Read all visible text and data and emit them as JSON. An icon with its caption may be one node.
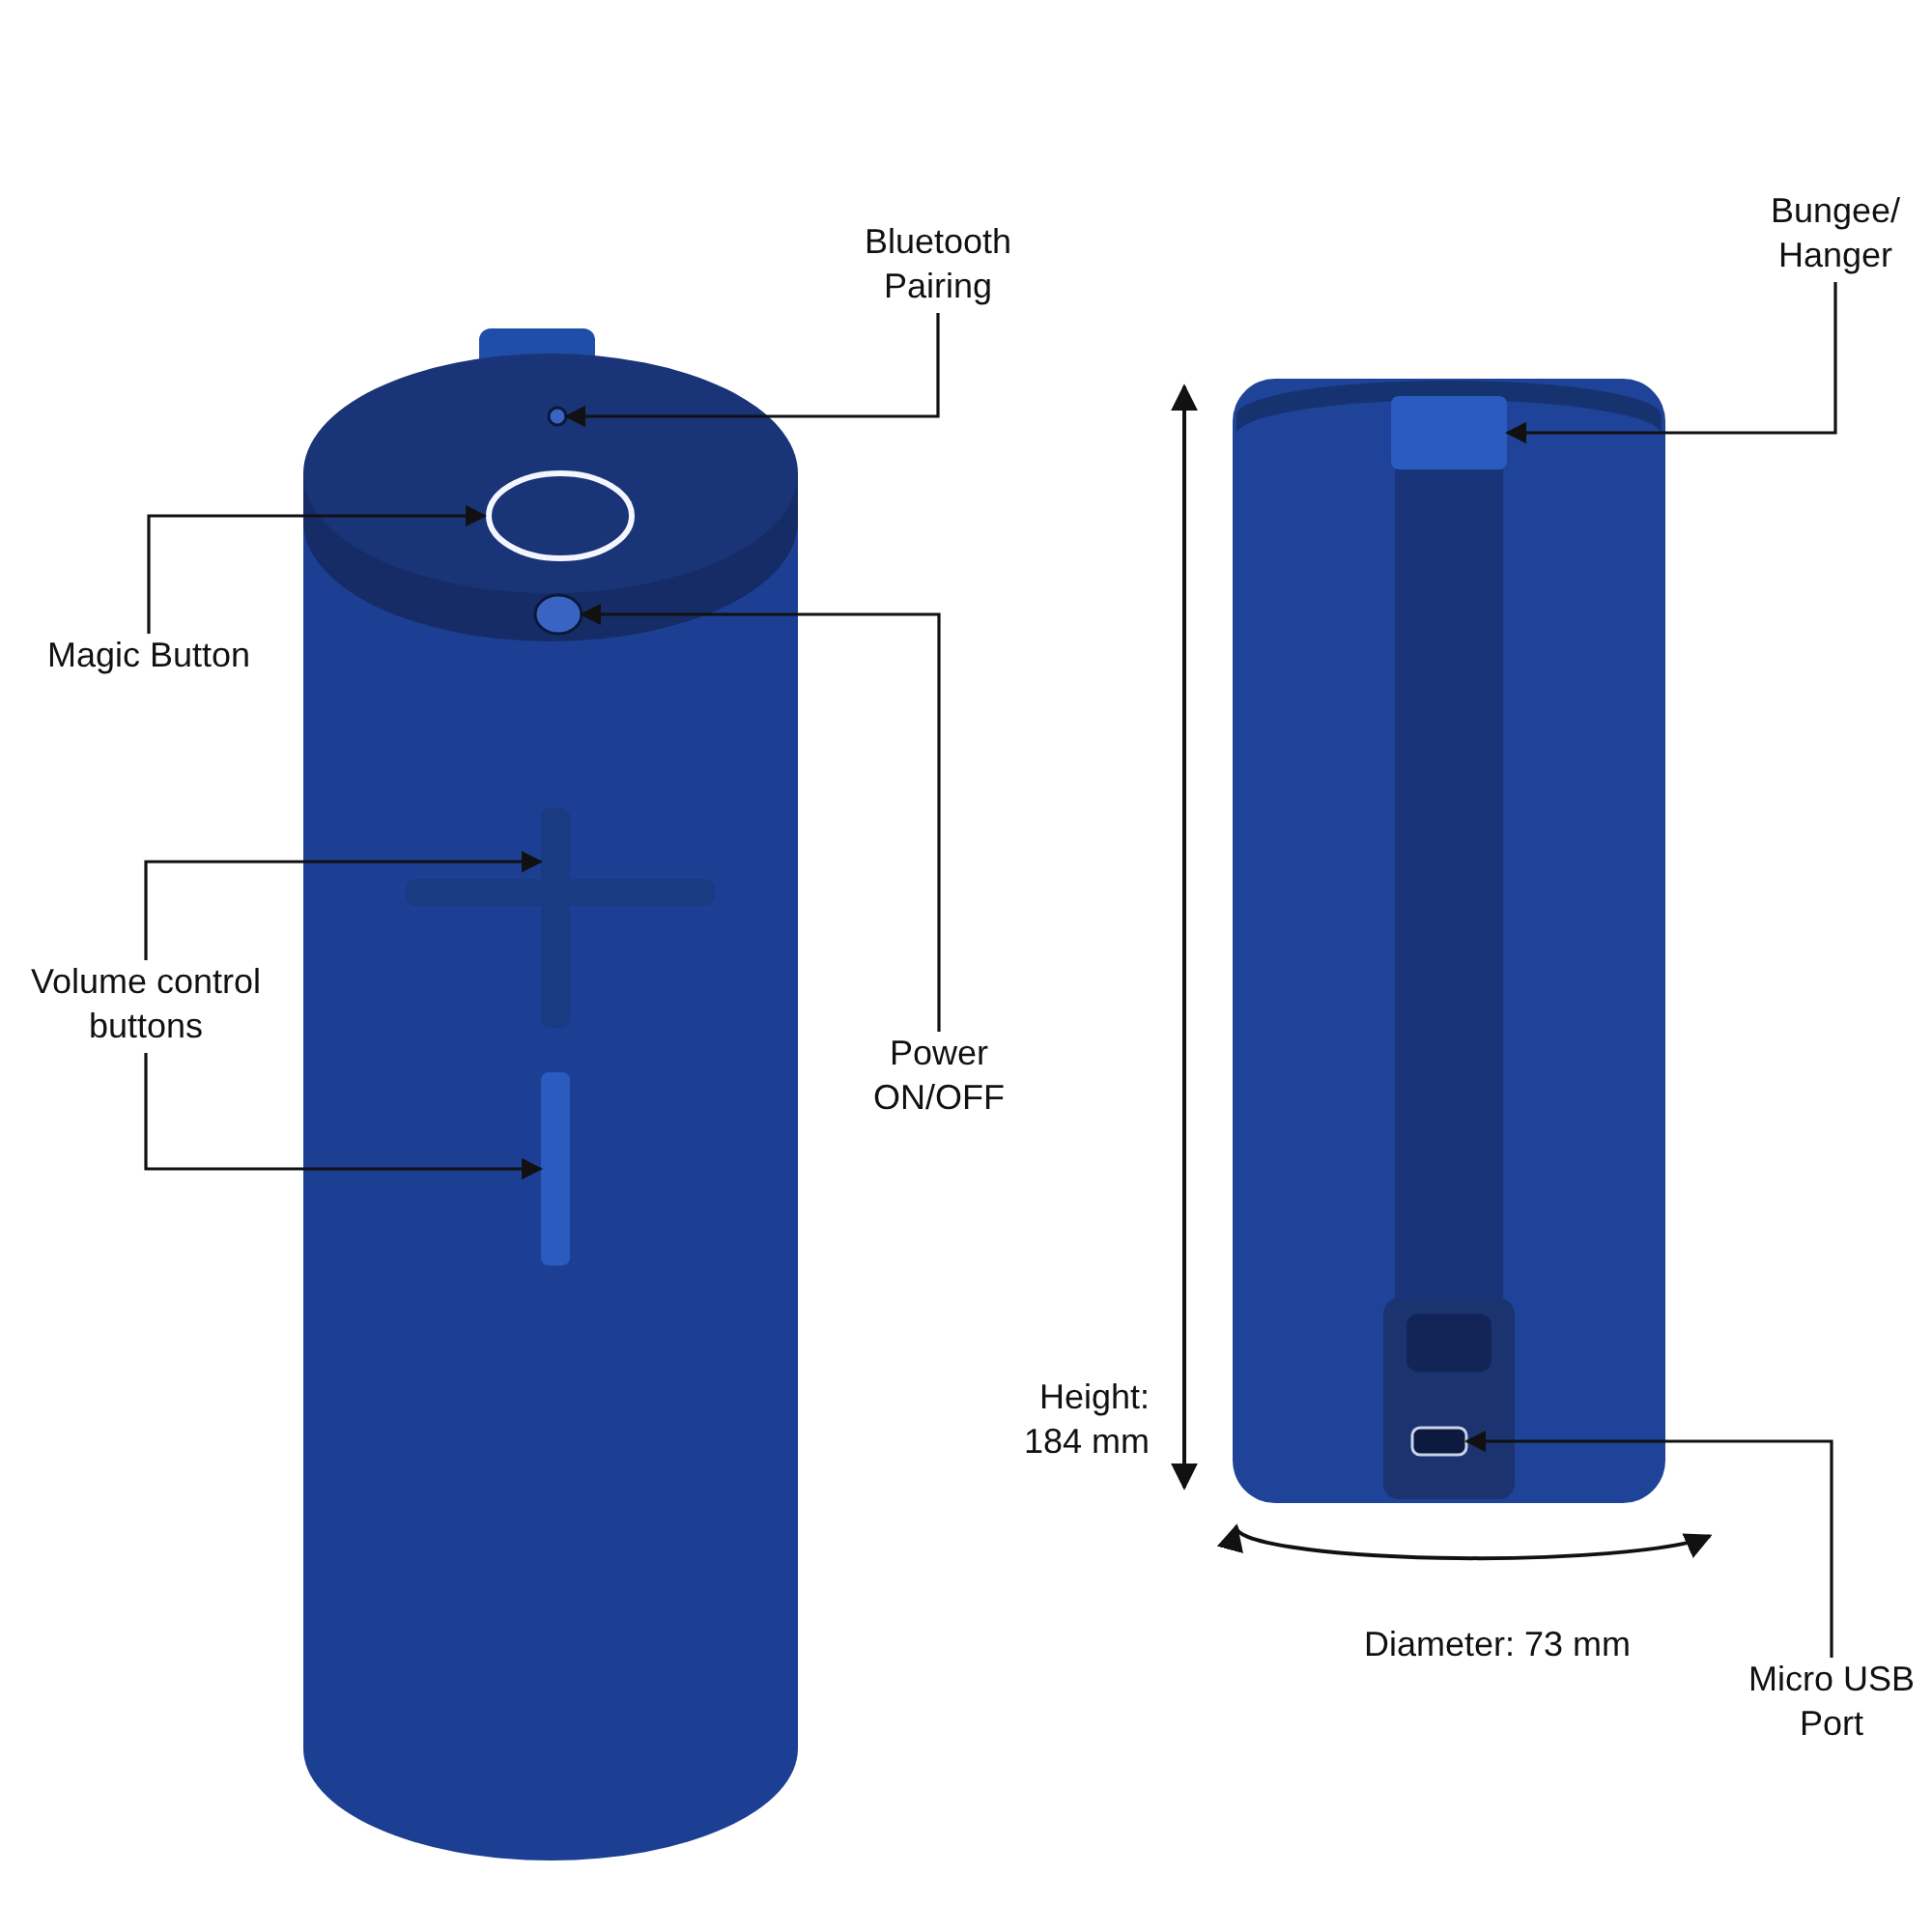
{
  "diagram": {
    "nodes": [
      {
        "text": [
          "Bluetooth Pairing"
        ]
      },
      {
        "text": [],
        "shape": "circle"
      },
      {
        "text": [
          "Magic Button"
        ]
      },
      {
        "text": [],
        "shape": "ring"
      },
      {
        "text": [
          "Volume control buttons"
        ]
      },
      {
        "text": [],
        "shape": "cross"
      },
      {
        "text": [],
        "shape": "bar"
      },
      {
        "text": [
          "Power ON/OFF"
        ]
      },
      {
        "text": [],
        "shape": "circle"
      },
      {
        "text": [
          "Bungee/ Hanger"
        ]
      },
      {
        "text": [],
        "shape": "bar"
      },
      {
        "text": [
          "Micro USB Port"
        ]
      },
      {
        "text": [],
        "shape": "box"
      }
    ],
    "edges": [
      {
        "from": 0,
        "to": 1,
        "arrow": "to"
      },
      {
        "from": 2,
        "to": 3,
        "arrow": "to"
      },
      {
        "from": 4,
        "to": 5,
        "arrow": "to"
      },
      {
        "from": 4,
        "to": 6,
        "arrow": "to"
      },
      {
        "from": 7,
        "to": 8,
        "arrow": "to"
      },
      {
        "from": 9,
        "to": 10,
        "arrow": "to"
      },
      {
        "from": 11,
        "to": 12,
        "arrow": "to"
      }
    ],
    "labels": [
      "Height: 184 mm",
      "Diameter: 73 mm"
    ]
  }
}
